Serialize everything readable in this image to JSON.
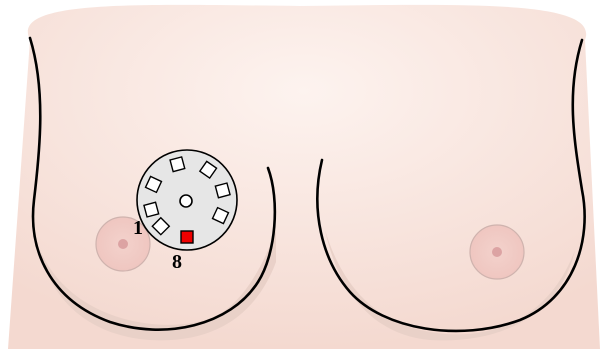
{
  "labels": {
    "sensor_start": "1",
    "sensor_active": "8"
  },
  "sensor_array": {
    "element_count": 8,
    "active_element": 8,
    "active_color": "#ee0000",
    "inactive_color": "#ffffff",
    "disc_color": "#e6e6e6"
  },
  "colors": {
    "skin": "#f6ded6",
    "skin_highlight": "#fbece6",
    "shadow": "#e0c2b8",
    "outline": "#000000",
    "areola": "#efc9c4",
    "nipple": "#dba3a3"
  }
}
